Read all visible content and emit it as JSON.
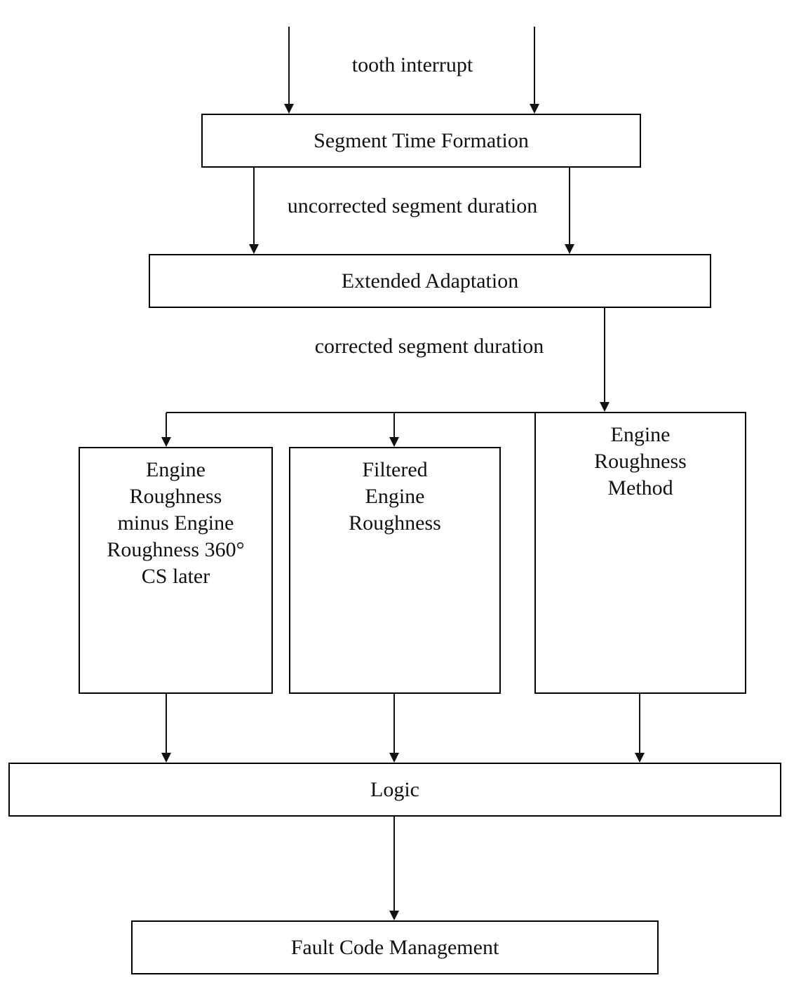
{
  "diagram": {
    "labels": {
      "tooth_interrupt": "tooth  interrupt",
      "uncorrected": "uncorrected segment duration",
      "corrected": "corrected segment duration"
    },
    "boxes": {
      "segment_time_formation": "Segment Time Formation",
      "extended_adaptation": "Extended Adaptation",
      "engine_roughness_minus": "Engine\nRoughness\nminus Engine\nRoughness 360°\nCS later",
      "filtered_engine_roughness": "Filtered\nEngine\nRoughness",
      "engine_roughness_method": "Engine\nRoughness\nMethod",
      "logic": "Logic",
      "fault_code_management": "Fault Code Management"
    }
  }
}
